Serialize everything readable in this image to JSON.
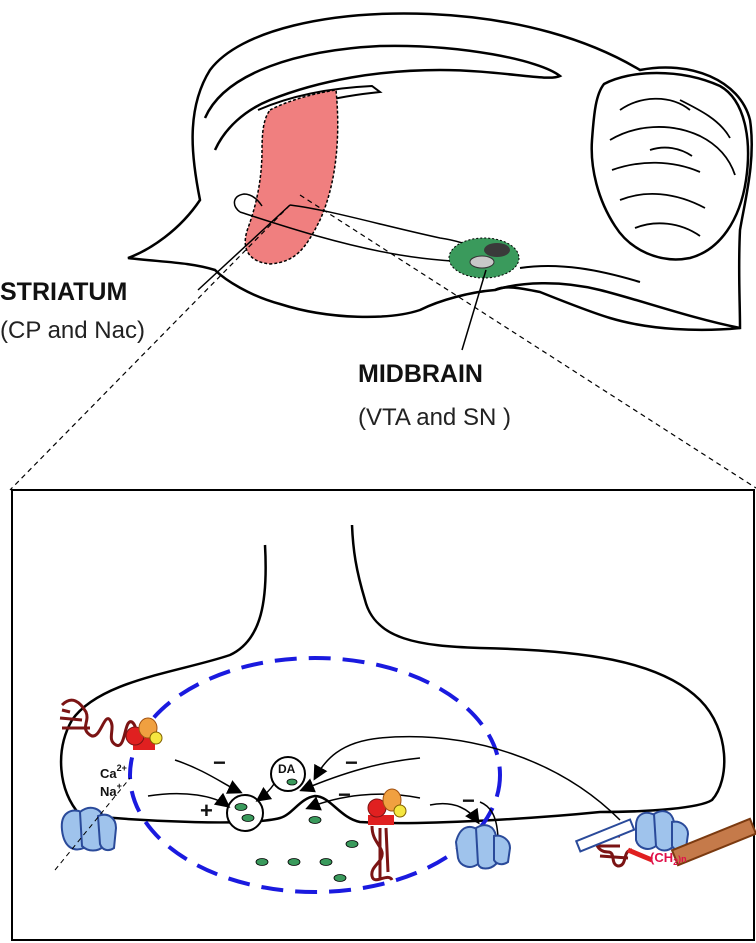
{
  "brain": {
    "striatum_label": "STRIATUM",
    "striatum_sub": "(CP and Nac)",
    "midbrain_label": "MIDBRAIN",
    "midbrain_sub": "(VTA and SN )"
  },
  "synapse": {
    "da_label": "DA",
    "ion_ca": "Ca",
    "ion_ca_charge": "2+",
    "ion_na": "Na",
    "ion_na_charge": "+",
    "plus_sign": "+",
    "minus_sign": "−",
    "ch_label": "(CH",
    "ch_sub": "2",
    "ch_tail": ")n"
  },
  "colors": {
    "striatum": "#f07f7f",
    "midbrain": "#3a9a5c",
    "membrane": "#000000",
    "dashed_region": "#1a1adf",
    "receptor": "#7b1414",
    "channel": "#9fc3ec",
    "g_protein_red": "#e02020",
    "g_protein_orange": "#f0a040",
    "g_protein_yellow": "#f5e640",
    "vesicle": "#3a9a5c",
    "lipid": "#c57a4a",
    "ch_text": "#e0104a"
  }
}
